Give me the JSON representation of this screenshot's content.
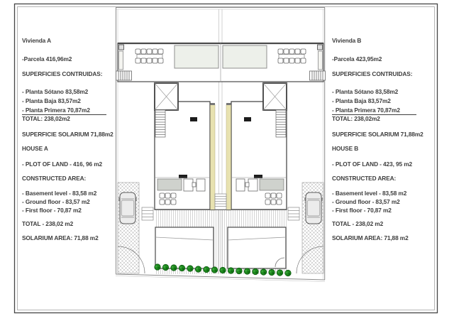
{
  "colors": {
    "party_wall_yellow": "#e8e2b0",
    "hedge_green": "#1e8a1e",
    "pergola_gray": "#edf0ea",
    "car_gray": "#ececec",
    "counter_gray": "#cfd2cd"
  },
  "panel_a": {
    "lines": [
      "Vivienda A",
      "-Parcela 416,96m2",
      "SUPERFICIES CONTRUIDAS:",
      "- Planta Sótano 83,58m2",
      "- Planta Baja 83,57m2",
      "- Planta Primera 70,87m2",
      "TOTAL: 238,02m2",
      "SUPERFICIE SOLARIUM 71,88m2",
      "HOUSE A",
      "- PLOT OF LAND - 416, 96 m2",
      "CONSTRUCTED AREA:",
      "- Basement level - 83,58 m2",
      "- Ground floor - 83,57 m2",
      "- First floor - 70,87 m2",
      "TOTAL - 238,02 m2",
      "SOLARIUM AREA: 71,88 m2"
    ]
  },
  "panel_b": {
    "lines": [
      "Vivienda B",
      "-Parcela 423,95m2",
      "SUPERFICIES CONTRUIDAS:",
      "- Planta Sótano 83,58m2",
      "- Planta Baja 83,57m2",
      "- Planta Primera 70,87m2",
      "TOTAL: 238,02m2",
      "SUPERFICIE SOLARIUM 71,88m2",
      "HOUSE B",
      "- PLOT OF LAND - 423, 95 m2",
      "CONSTRUCTED AREA:",
      "- Basement level - 83,58 m2",
      "- Ground floor - 83,57 m2",
      "- First floor - 70,87 m2",
      "TOTAL - 238,02 m2",
      "SOLARIUM AREA: 71,88 m2"
    ]
  }
}
